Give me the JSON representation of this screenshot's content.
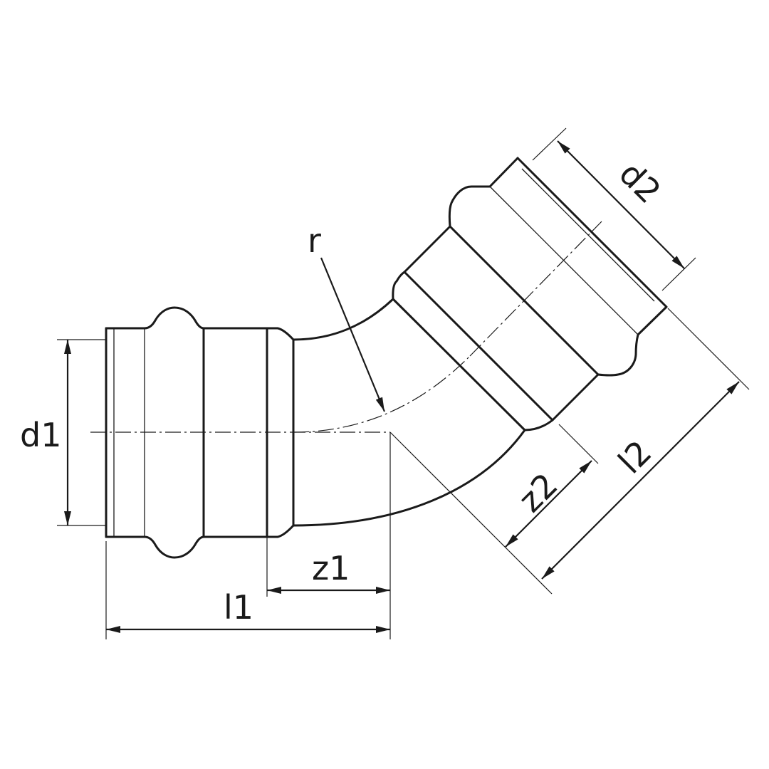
{
  "drawing": {
    "labels": {
      "r": "r",
      "d1": "d1",
      "d2": "d2",
      "z1": "z1",
      "z2": "z2",
      "l1": "l1",
      "l2": "l2"
    },
    "line_color": "#1a1a1a",
    "background": "#ffffff"
  }
}
